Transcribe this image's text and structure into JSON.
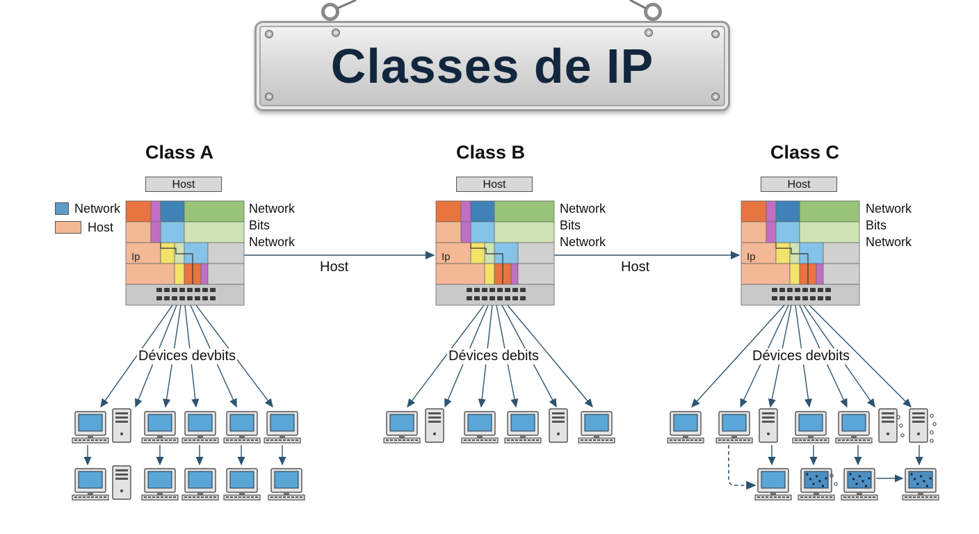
{
  "title": "Classes de IP",
  "legend": {
    "items": [
      {
        "label": "Network",
        "color": "#5f9bc7"
      },
      {
        "label": "Host",
        "color": "#f3b895"
      }
    ]
  },
  "classes": [
    {
      "title": "Class A",
      "host_label": "Host",
      "side_labels": [
        "Network",
        "Bits",
        "Network"
      ],
      "grid_label": "Ip",
      "devices_label": "Dévices devbits"
    },
    {
      "title": "Class B",
      "host_label": "Host",
      "side_labels": [
        "Network",
        "Bits",
        "Network"
      ],
      "grid_label": "Ip",
      "devices_label": "Dévices debits"
    },
    {
      "title": "Class C",
      "host_label": "Host",
      "side_labels": [
        "Network",
        "Bits",
        "Network"
      ],
      "grid_label": "Ip",
      "devices_label": "Dévices devbits"
    }
  ],
  "connectors": [
    {
      "label": "Host"
    },
    {
      "label": "Host"
    }
  ],
  "colors": {
    "orange": "#e8743f",
    "peach": "#f3b895",
    "magenta": "#c06fc4",
    "blue": "#3e82b8",
    "lightblue": "#86c3e8",
    "green": "#98c47a",
    "lightgreen": "#cfe3b5",
    "yellow": "#f4e36a",
    "gray": "#d0d0d0",
    "line": "#2d5470"
  }
}
